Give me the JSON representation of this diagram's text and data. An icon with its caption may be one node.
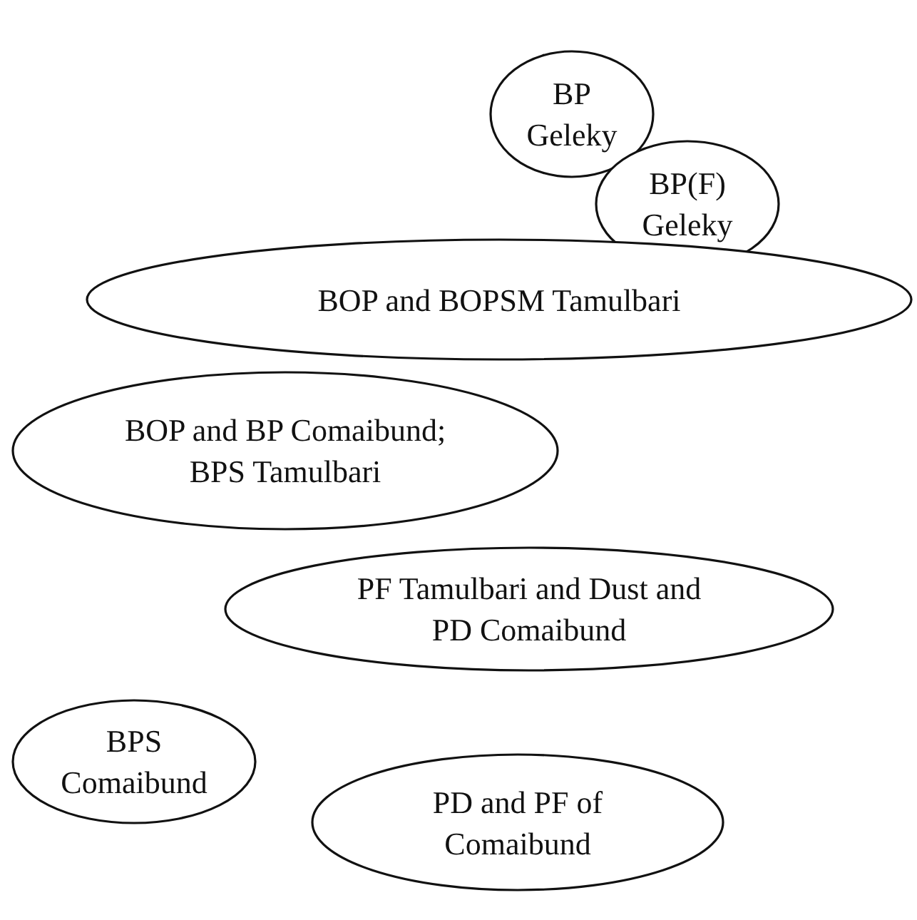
{
  "diagram": {
    "nodes": [
      {
        "text": [
          "BP Geleky"
        ]
      },
      {
        "text": [
          "BP(F) Geleky"
        ]
      },
      {
        "text": [
          "BOP and BOPSM Tamulbari"
        ]
      },
      {
        "text": [
          "BOP and BP Comaibund; BPS Tamulbari"
        ]
      },
      {
        "text": [
          "PF Tamulbari and Dust and PD Comaibund"
        ]
      },
      {
        "text": [
          "BPS Comaibund"
        ]
      },
      {
        "text": [
          "PD and PF of Comaibund"
        ]
      }
    ]
  }
}
